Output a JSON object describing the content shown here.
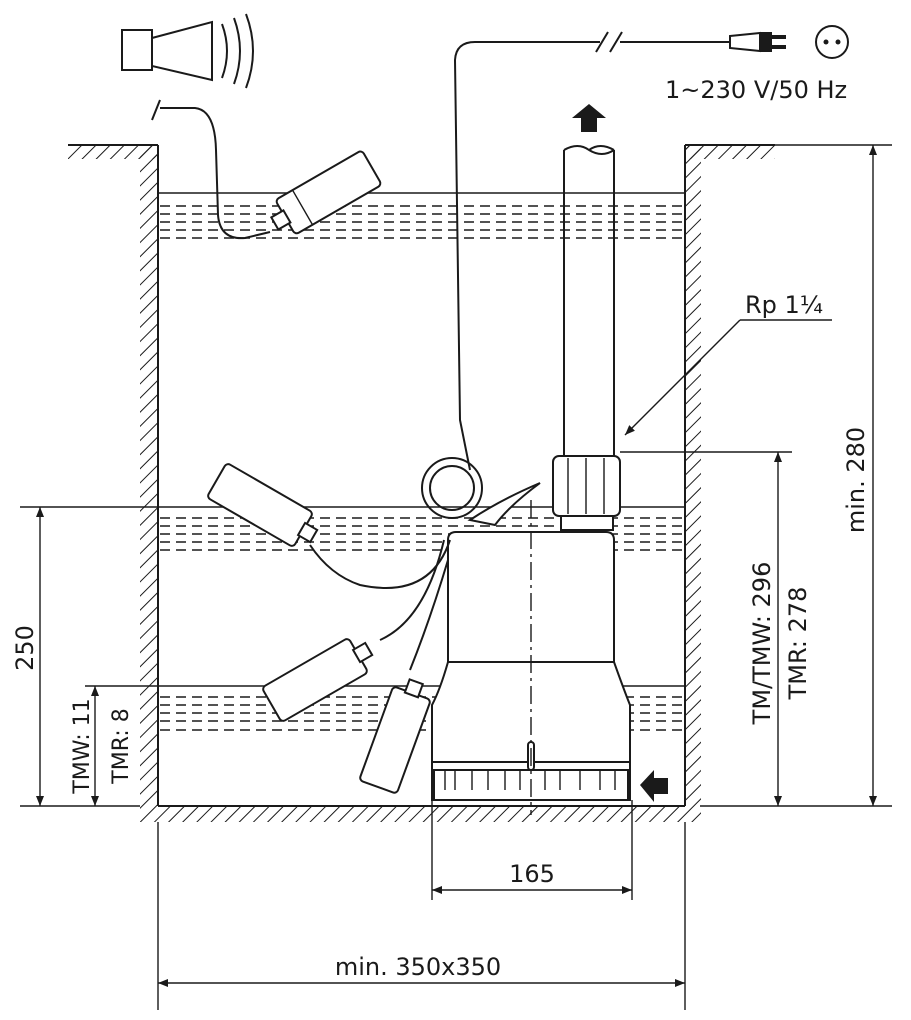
{
  "diagram": {
    "power_label": "1~230 V/50 Hz",
    "thread_label": "Rp 1¼",
    "dim_min_depth": "min. 280",
    "dim_pump_height_tm": "TM/TMW: 296",
    "dim_pump_height_tmr": "TMR: 278",
    "dim_switch_level": "250",
    "dim_residual_tmw": "TMW: 11",
    "dim_residual_tmr": "TMR: 8",
    "dim_pump_width": "165",
    "dim_pit_size": "min. 350x350",
    "icons": [
      "alarm-horn-icon",
      "power-plug-icon",
      "socket-icon",
      "outflow-arrow-icon",
      "inflow-arrow-icon"
    ],
    "line_color": "#1a1a1a"
  }
}
